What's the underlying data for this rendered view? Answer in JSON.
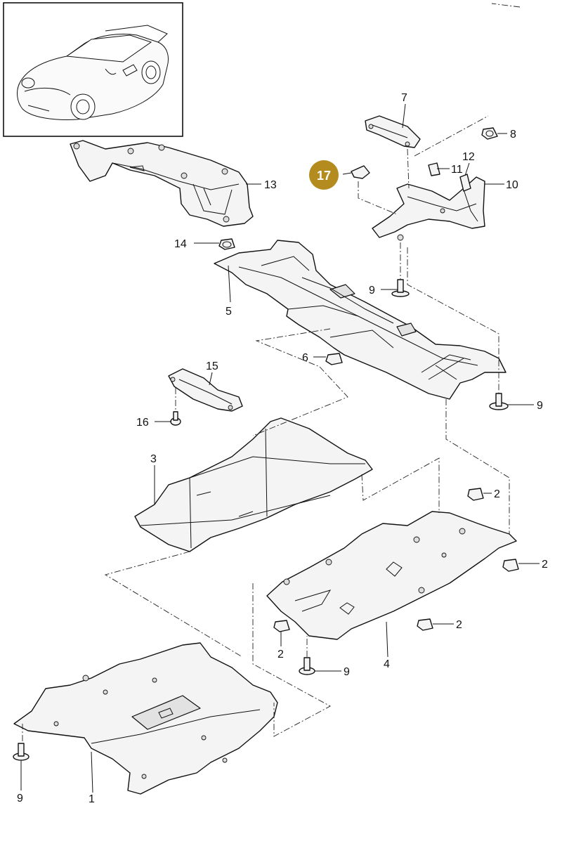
{
  "callouts": {
    "c1": "1",
    "c2a": "2",
    "c2b": "2",
    "c2c": "2",
    "c2d": "2",
    "c3": "3",
    "c4": "4",
    "c5": "5",
    "c6": "6",
    "c7": "7",
    "c8": "8",
    "c9a": "9",
    "c9b": "9",
    "c9c": "9",
    "c9d": "9",
    "c10": "10",
    "c11": "11",
    "c12": "12",
    "c13": "13",
    "c14": "14",
    "c15": "15",
    "c16": "16"
  },
  "highlight": {
    "label": "17",
    "color": "#b38b1e"
  },
  "colors": {
    "line": "#111111",
    "part_fill": "#f4f4f4",
    "inset_border": "#111111"
  }
}
